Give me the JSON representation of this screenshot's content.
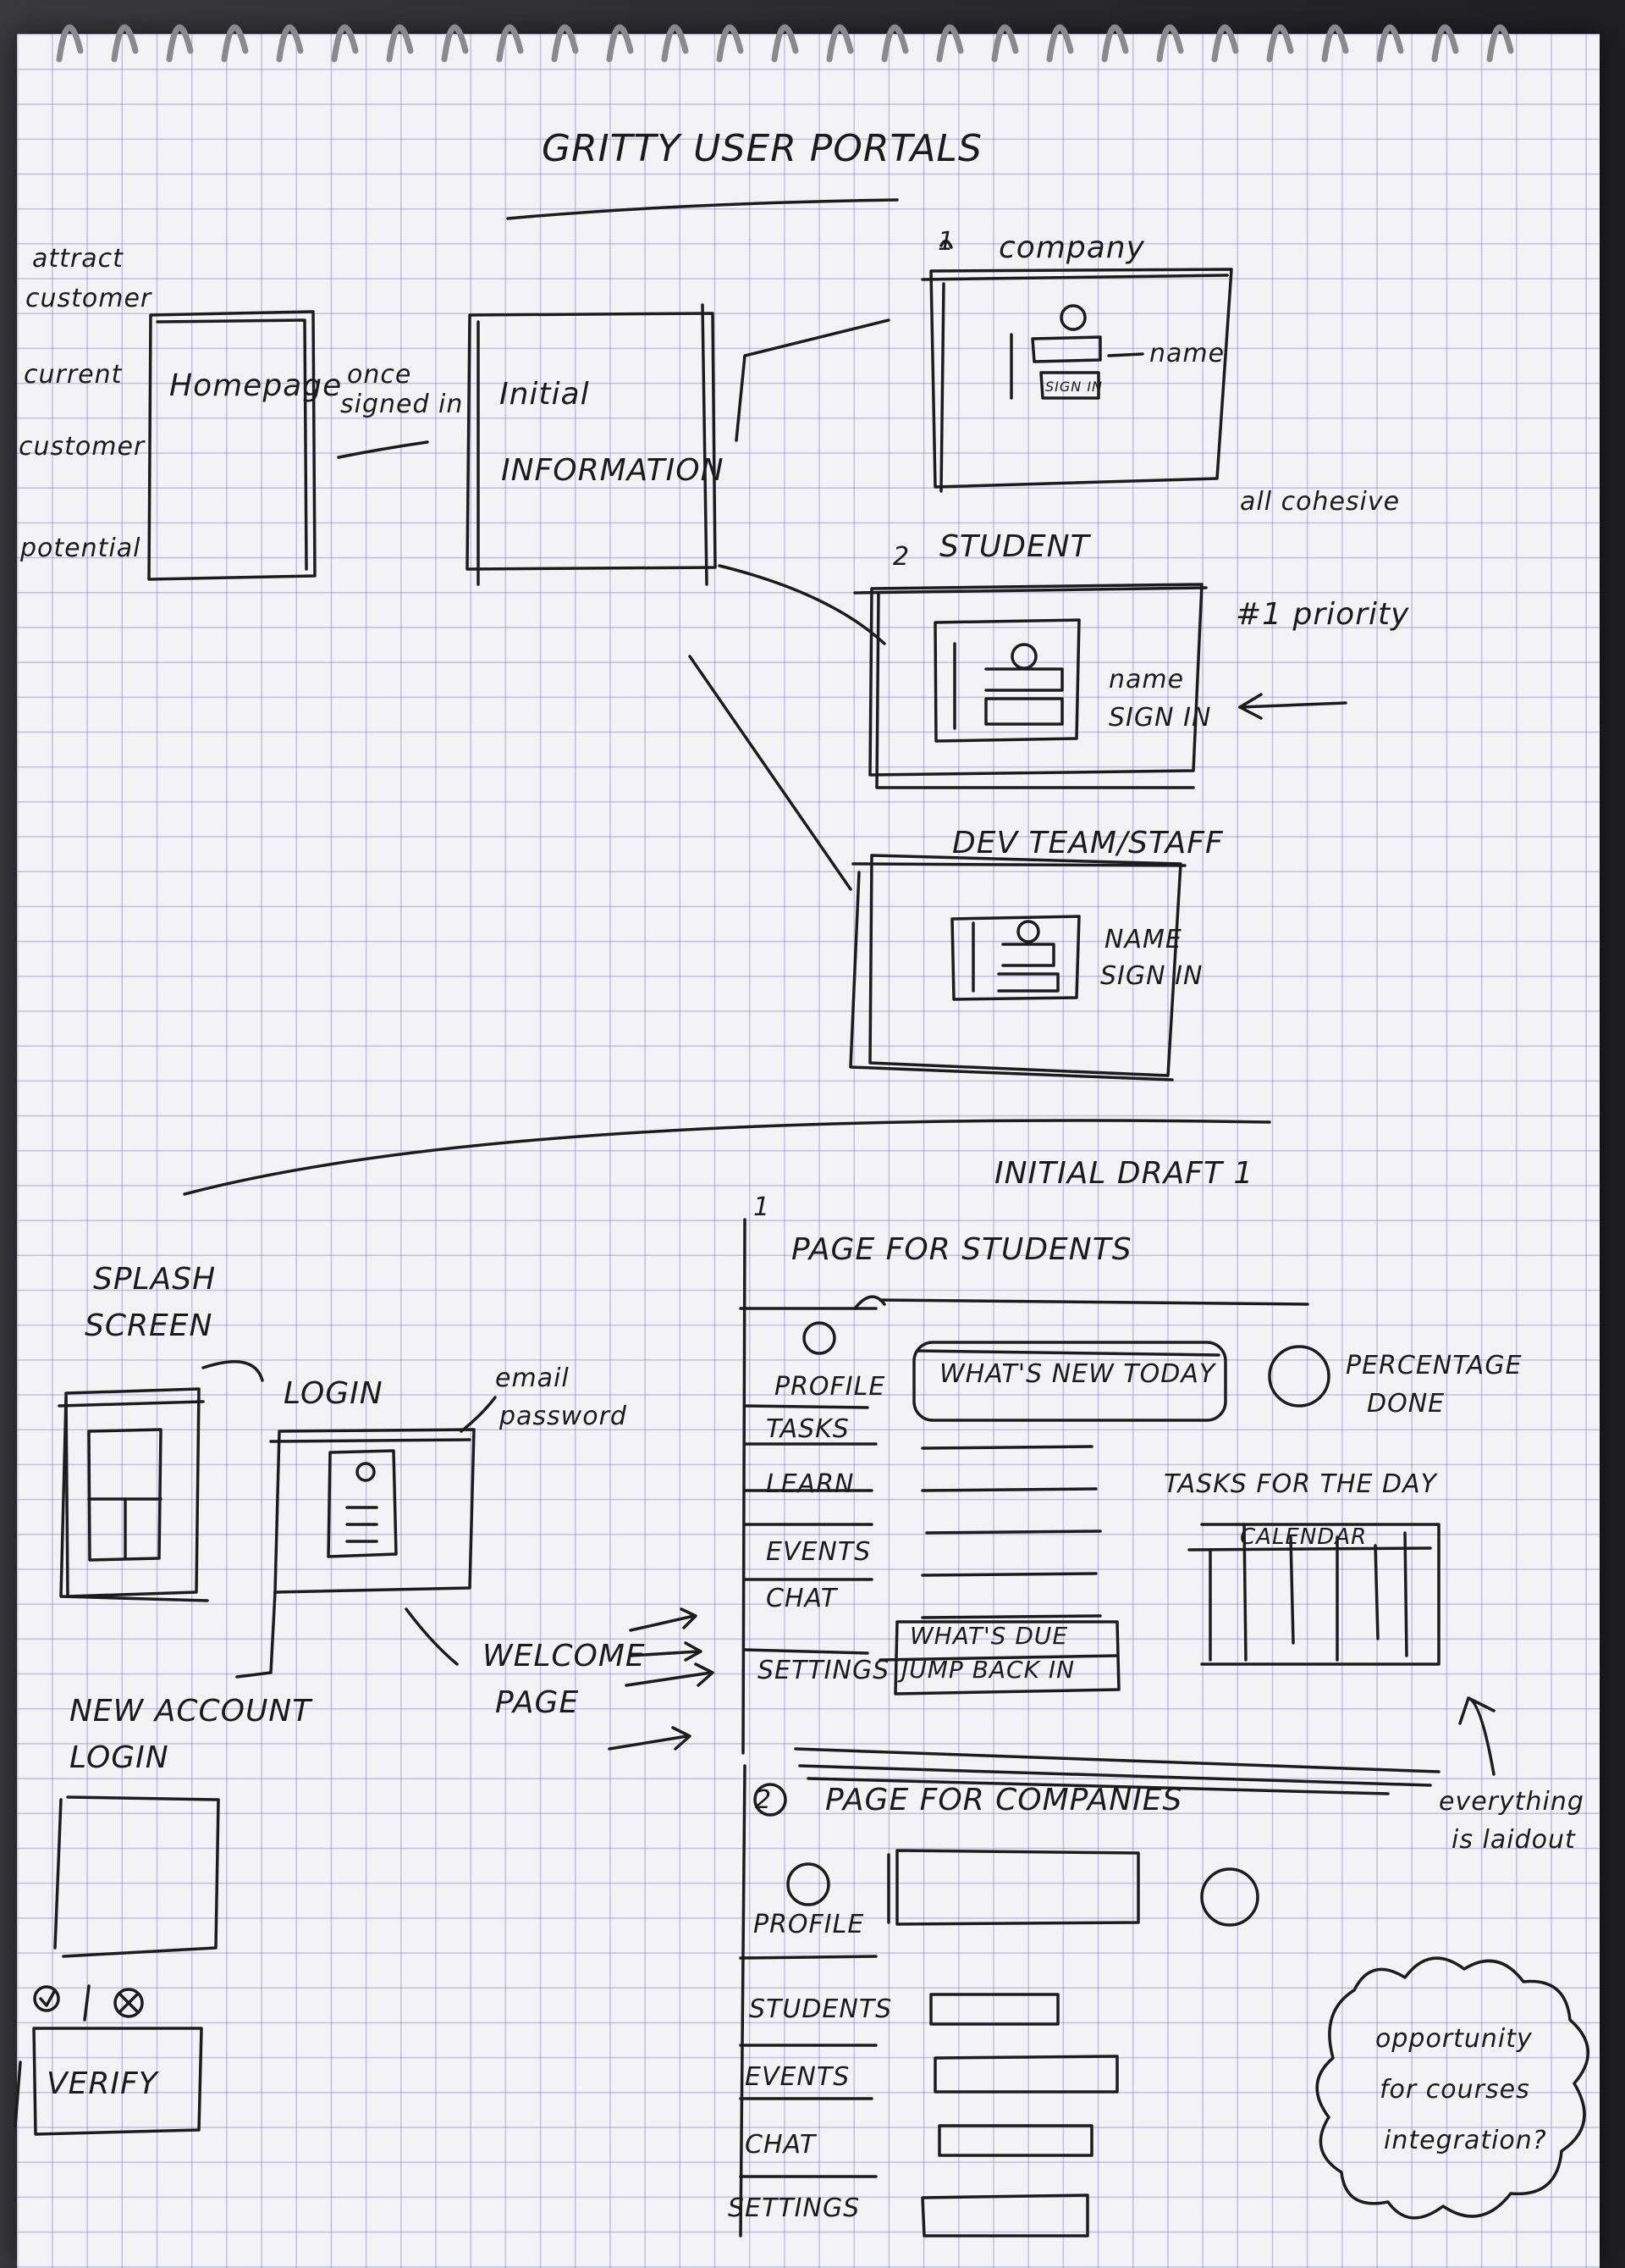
{
  "top": {
    "title": "GRITTY USER PORTALS",
    "side_notes": [
      "attract",
      "customer",
      "current",
      "customer",
      "potential"
    ],
    "homepage_label": "Homepage",
    "once_signed_in": [
      "once",
      "signed in"
    ],
    "initial_info": [
      "Initial",
      "INFORMATION"
    ],
    "company": {
      "num": "1",
      "label": "company",
      "name": "name",
      "sign_in": "SIGN IN"
    },
    "all_cohesive": "all cohesive",
    "student": {
      "num": "2",
      "label": "STUDENT",
      "name": "name",
      "sign_in": "SIGN IN"
    },
    "priority": "#1 priority",
    "dev": {
      "label": "DEV TEAM/STAFF",
      "name": "NAME",
      "sign_in": "SIGN IN"
    }
  },
  "bottom": {
    "initial_draft": "INITIAL DRAFT 1",
    "splash": [
      "SPLASH",
      "SCREEN"
    ],
    "login": "LOGIN",
    "email_password": [
      "email",
      "password"
    ],
    "welcome_page": [
      "WELCOME",
      "PAGE"
    ],
    "new_account": [
      "NEW ACCOUNT",
      "LOGIN"
    ],
    "verify": "VERIFY",
    "students_page": {
      "num": "1",
      "title": "PAGE FOR STUDENTS",
      "nav": [
        "PROFILE",
        "TASKS",
        "LEARN",
        "EVENTS",
        "CHAT",
        "SETTINGS"
      ],
      "whats_new": "WHAT'S NEW TODAY",
      "percentage": [
        "PERCENTAGE",
        "DONE"
      ],
      "tasks_for_day": "TASKS FOR THE DAY",
      "calendar": "CALENDAR",
      "whats_due": "WHAT'S DUE",
      "jump_back": "JUMP BACK IN"
    },
    "everything_layout": [
      "everything",
      "is laidout"
    ],
    "companies_page": {
      "num": "2",
      "title": "PAGE FOR COMPANIES",
      "nav": [
        "PROFILE",
        "STUDENTS",
        "EVENTS",
        "CHAT",
        "SETTINGS"
      ]
    },
    "opportunity": [
      "opportunity",
      "for courses",
      "integration?"
    ]
  }
}
